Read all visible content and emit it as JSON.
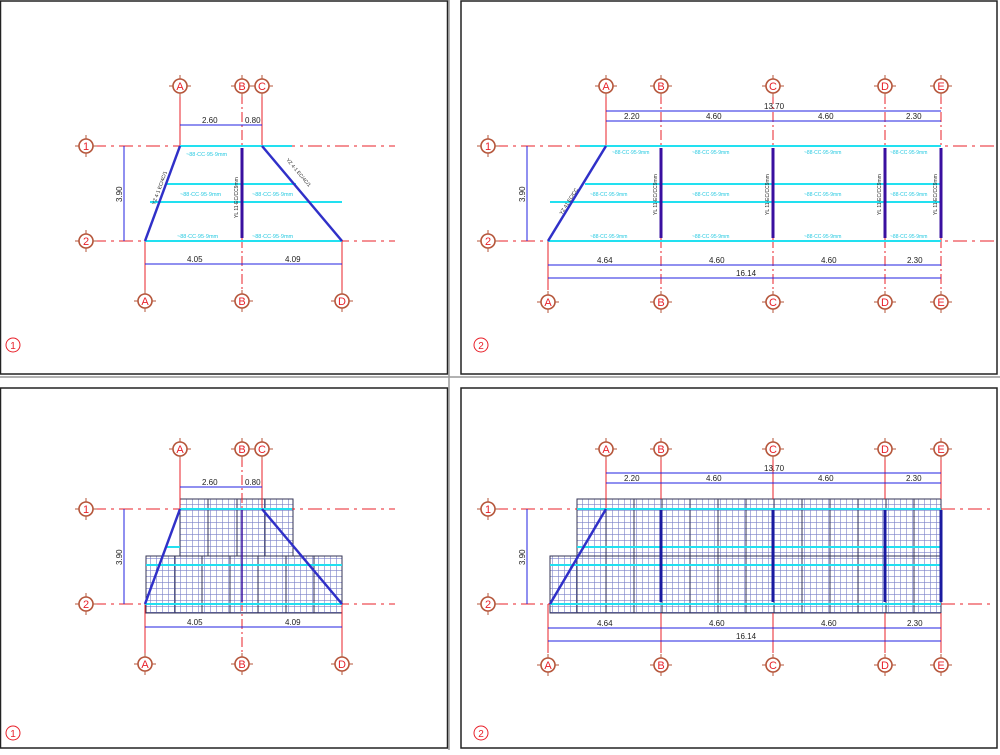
{
  "colors": {
    "grid_axis": "#e8202a",
    "bubble": "#b5553a",
    "dimension": "#2020e0",
    "beam": "#22e0f0",
    "brace": "#3030c8",
    "column": "#3a10a0",
    "mesh_major": "#333355",
    "mesh_minor": "#7a80c8",
    "frame": "#222222"
  },
  "panels": [
    {
      "id": "top-left",
      "view_number": "1",
      "columns_top": [
        "A",
        "B",
        "C"
      ],
      "columns_bottom": [
        "A",
        "B",
        "D"
      ],
      "rows": [
        "1",
        "2"
      ],
      "dims_top": [
        "2.60",
        "0.80"
      ],
      "dims_bottom": [
        "4.05",
        "4.09"
      ],
      "dim_vertical": "3.90",
      "beam_label": "~88·CC·95·9mm",
      "column_label": "YL 11·EC/CC9mm",
      "brace_label": "YZ 4·1 EC/4C/1"
    },
    {
      "id": "top-right",
      "view_number": "2",
      "columns_top": [
        "A",
        "B",
        "C",
        "D",
        "E"
      ],
      "columns_bottom": [
        "A",
        "B",
        "C",
        "D",
        "E"
      ],
      "rows": [
        "1",
        "2"
      ],
      "dim_top_total": "13.70",
      "dims_top": [
        "2.20",
        "4.60",
        "4.60",
        "2.30"
      ],
      "dims_bottom": [
        "4.64",
        "4.60",
        "4.60",
        "2.30"
      ],
      "dim_bottom_total": "16.14",
      "dim_vertical": "3.90",
      "beam_label": "~88·CC·95·9mm",
      "column_label": "YL 11·EC/CC9mm",
      "brace_label": "YZ 41 EC/CC"
    },
    {
      "id": "bottom-left",
      "view_number": "1",
      "columns_top": [
        "A",
        "B",
        "C"
      ],
      "columns_bottom": [
        "A",
        "B",
        "D"
      ],
      "rows": [
        "1",
        "2"
      ],
      "dims_top": [
        "2.60",
        "0.80"
      ],
      "dims_bottom": [
        "4.05",
        "4.09"
      ],
      "dim_vertical": "3.90"
    },
    {
      "id": "bottom-right",
      "view_number": "2",
      "columns_top": [
        "A",
        "B",
        "C",
        "D",
        "E"
      ],
      "columns_bottom": [
        "A",
        "B",
        "C",
        "D",
        "E"
      ],
      "rows": [
        "1",
        "2"
      ],
      "dim_top_total": "13.70",
      "dims_top": [
        "2.20",
        "4.60",
        "4.60",
        "2.30"
      ],
      "dims_bottom": [
        "4.64",
        "4.60",
        "4.60",
        "2.30"
      ],
      "dim_bottom_total": "16.14",
      "dim_vertical": "3.90"
    }
  ]
}
